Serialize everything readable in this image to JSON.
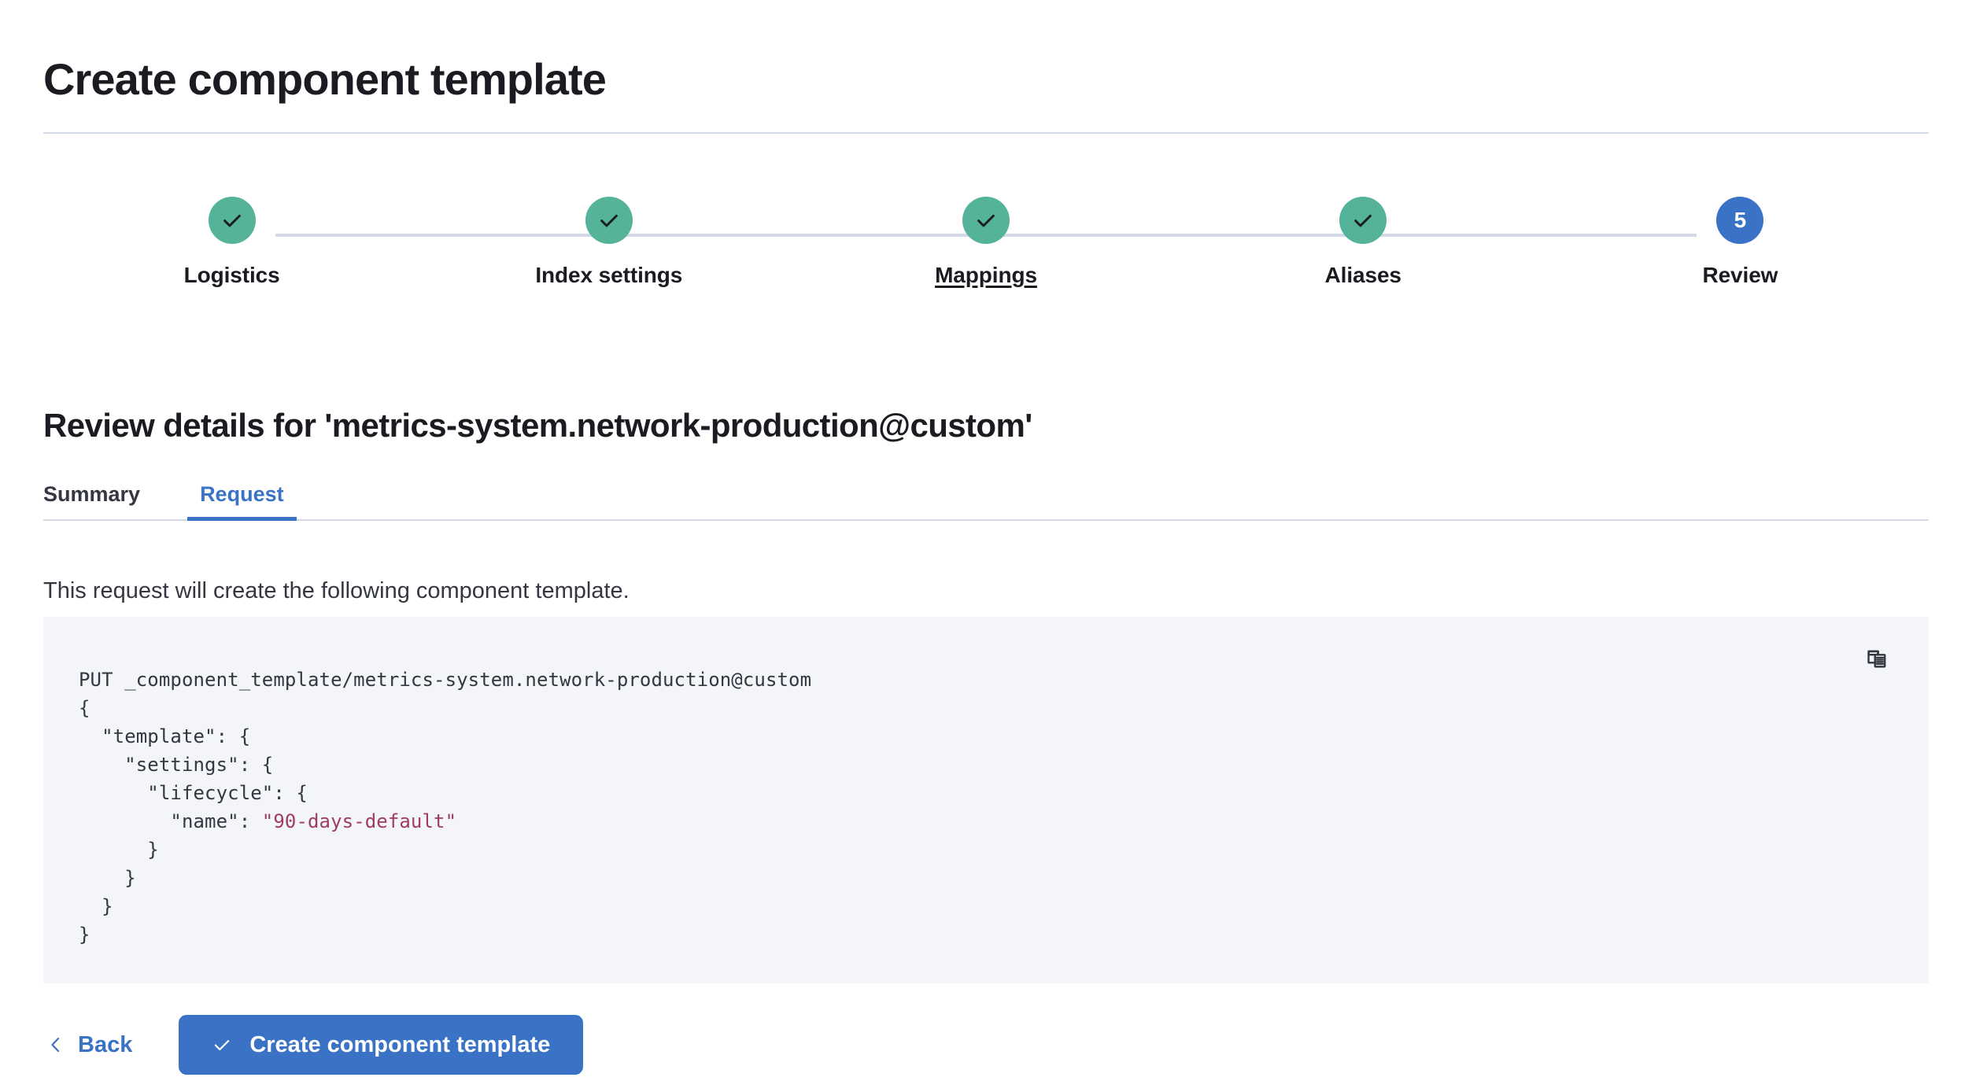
{
  "header": {
    "title": "Create component template"
  },
  "stepper": {
    "steps": [
      {
        "label": "Logistics",
        "state": "complete",
        "indicator": "check",
        "hovered": false
      },
      {
        "label": "Index settings",
        "state": "complete",
        "indicator": "check",
        "hovered": false
      },
      {
        "label": "Mappings",
        "state": "complete",
        "indicator": "check",
        "hovered": true
      },
      {
        "label": "Aliases",
        "state": "complete",
        "indicator": "check",
        "hovered": false
      },
      {
        "label": "Review",
        "state": "current",
        "indicator": "5",
        "hovered": false
      }
    ]
  },
  "review": {
    "section_title": "Review details for 'metrics-system.network-production@custom'",
    "tabs": [
      {
        "label": "Summary",
        "active": false
      },
      {
        "label": "Request",
        "active": true
      }
    ],
    "description": "This request will create the following component template.",
    "copy_icon": "copy-clipboard-icon",
    "request": {
      "method_line": "PUT _component_template/metrics-system.network-production@custom",
      "lines": [
        "{",
        "  \"template\": {",
        "    \"settings\": {",
        "      \"lifecycle\": {",
        "        \"name\": ",
        "      }",
        "    }",
        "  }",
        "}"
      ],
      "lifecycle_name_value": "\"90-days-default\"",
      "full_text": "PUT _component_template/metrics-system.network-production@custom\n{\n  \"template\": {\n    \"settings\": {\n      \"lifecycle\": {\n        \"name\": \"90-days-default\"\n      }\n    }\n  }\n}"
    }
  },
  "footer": {
    "back_label": "Back",
    "back_icon": "chevron-left-icon",
    "submit_label": "Create component template",
    "submit_icon": "check-icon"
  },
  "colors": {
    "accent_blue": "#3A73C5",
    "step_complete": "#54B399",
    "divider": "#D3DAE6",
    "code_bg": "#F4F5F9",
    "code_text": "#343741",
    "code_string": "#A03B62",
    "title_text": "#1A1C21"
  }
}
